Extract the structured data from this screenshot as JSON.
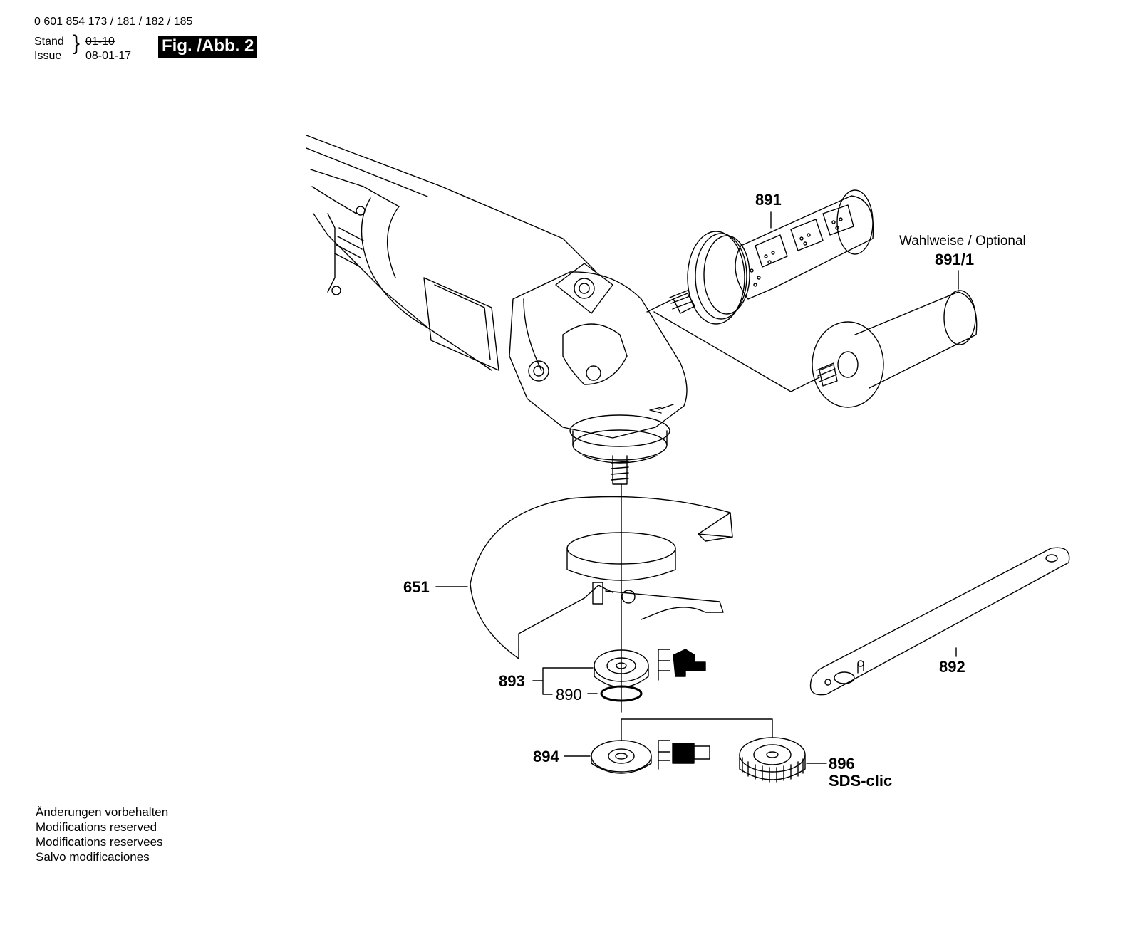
{
  "header": {
    "part_numbers": "0 601 854 173 / 181 / 182 / 185",
    "stand_label": "Stand",
    "issue_label": "Issue",
    "stand_date_struck": "01-10",
    "issue_date": "08-01-17",
    "figure_label": "Fig. /Abb. 2"
  },
  "callouts": {
    "p891": "891",
    "optional_label": "Wahlweise / Optional",
    "p891_1": "891/1",
    "p651": "651",
    "p892": "892",
    "p893": "893",
    "p890": "890",
    "p894": "894",
    "p896": "896",
    "sds_clic": "SDS-clic"
  },
  "footer": {
    "lines": [
      "Änderungen vorbehalten",
      "Modifications reserved",
      "Modifications reservees",
      "Salvo modificaciones"
    ]
  }
}
